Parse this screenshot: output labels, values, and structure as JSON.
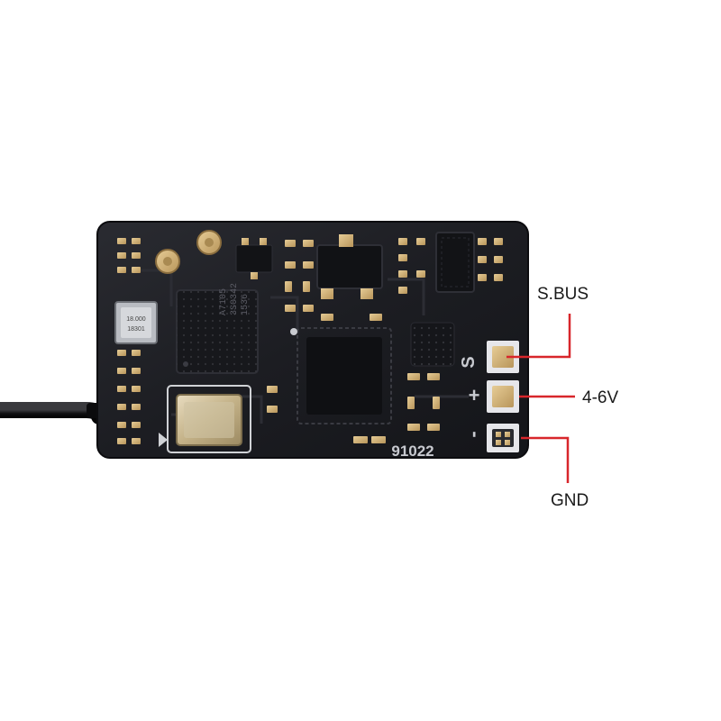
{
  "board": {
    "silkscreen_code": "91022",
    "pin_marks": {
      "signal": "S",
      "plus": "+",
      "minus": "-"
    },
    "chip_marking": [
      "A7105",
      "3S0342",
      "1536"
    ],
    "crystal_marking": [
      "18.000",
      "18301"
    ]
  },
  "callouts": {
    "sbus": "S.BUS",
    "voltage": "4-6V",
    "gnd": "GND"
  },
  "colors": {
    "board": "#1c1d22",
    "pad": "#d3b47f",
    "callout_line": "#d8262b",
    "antenna": "#101012",
    "text": "#1a1a1a"
  }
}
